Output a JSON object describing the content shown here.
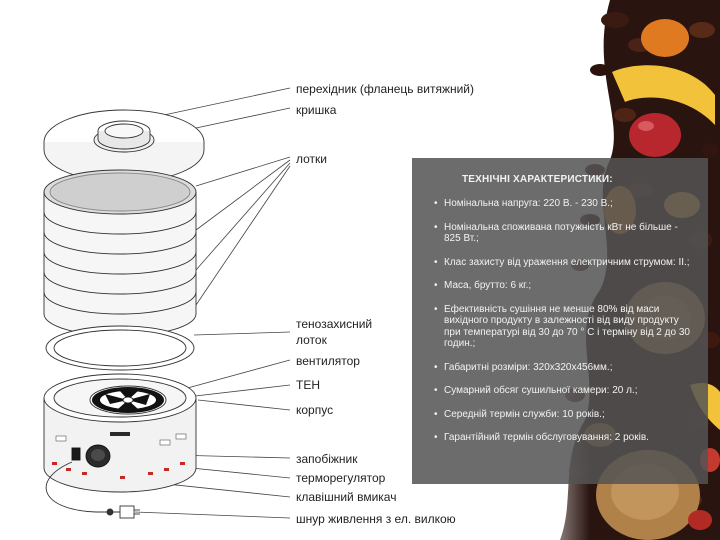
{
  "labels": {
    "adapter": "перехідник (фланець витяжний)",
    "lid": "кришка",
    "trays": "лотки",
    "heat_tray": "тенозахисний лоток",
    "fan": "вентилятор",
    "heater": "ТЕН",
    "body": "корпус",
    "fuse": "запобіжник",
    "thermostat": "терморегулятор",
    "switch": "клавішний вмикач",
    "cord": "шнур живлення з ел. вилкою"
  },
  "specs": {
    "title": "ТЕХНІЧНІ ХАРАКТЕРИСТИКИ:",
    "items": [
      "Номінальна напруга: 220 В. - 230 В.;",
      "Номінальна споживана потужність кВт не більше - 825 Вт.;",
      "Клас захисту від ураження електричним струмом: ІІ.;",
      "Маса, брутто: 6 кг.;",
      "Ефективність сушіння не менше 80% від маси вихідного продукту в залежності від виду продукту при температурі від 30 до 70 ° С і терміну від 2 до 30 годин.;",
      "Габаритні розміри: 320х320х456мм.;",
      "Сумарний обсяг сушильної камери: 20 л.;",
      "Середній термін служби: 10 років.;",
      "Гарантійний термін обслуговування: 2 років."
    ]
  },
  "colors": {
    "panel": "#545454",
    "panel_text": "#f2f2f2",
    "line": "#333333"
  }
}
